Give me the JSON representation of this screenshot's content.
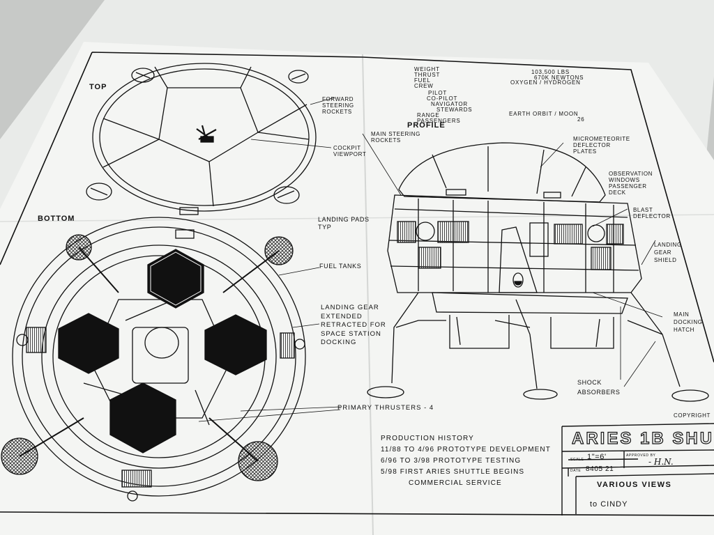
{
  "views": {
    "top": "TOP",
    "bottom": "BOTTOM",
    "profile": "PROFILE"
  },
  "specs": [
    {
      "label": "WEIGHT",
      "value": "103,500 LBS"
    },
    {
      "label": "THRUST",
      "value": "670K NEWTONS"
    },
    {
      "label": "FUEL",
      "value": "OXYGEN / HYDROGEN"
    },
    {
      "label": "CREW",
      "value": ""
    },
    {
      "label": "PILOT",
      "value": ""
    },
    {
      "label": "CO-PILOT",
      "value": ""
    },
    {
      "label": "NAVIGATOR",
      "value": ""
    },
    {
      "label": "STEWARDS",
      "value": ""
    },
    {
      "label": "RANGE",
      "value": "EARTH ORBIT / MOON"
    },
    {
      "label": "PASSENGERS",
      "value": "26"
    }
  ],
  "callouts": {
    "forward_steering": [
      "FORWARD",
      "STEERING",
      "ROCKETS"
    ],
    "cockpit_viewport": [
      "COCKPIT",
      "VIEWPORT"
    ],
    "landing_pads": [
      "LANDING PADS",
      "TYP"
    ],
    "fuel_tanks": "FUEL TANKS",
    "landing_gear": [
      "LANDING GEAR",
      "EXTENDED",
      "RETRACTED FOR",
      "SPACE STATION",
      "DOCKING"
    ],
    "primary_thrusters": "PRIMARY   THRUSTERS - 4",
    "main_steering": [
      "MAIN STEERING",
      "ROCKETS"
    ],
    "micrometeorite": [
      "MICROMETEORITE",
      "DEFLECTOR",
      "PLATES"
    ],
    "observation": [
      "OBSERVATION",
      "WINDOWS",
      "PASSENGER",
      "DECK"
    ],
    "blast_deflector": [
      "BLAST",
      "DEFLECTOR"
    ],
    "landing_gear_shield": [
      "LANDING",
      "GEAR",
      "SHIELD"
    ],
    "main_docking": [
      "MAIN",
      "DOCKING",
      "HATCH"
    ],
    "shock_absorbers": [
      "SHOCK",
      "ABSORBERS"
    ]
  },
  "history": {
    "title": "PRODUCTION   HISTORY",
    "lines": [
      "11/88 TO 4/96  PROTOTYPE  DEVELOPMENT",
      "6/96 TO 3/98  PROTOTYPE  TESTING",
      "5/98  FIRST  ARIES  SHUTTLE  BEGINS",
      "COMMERCIAL   SERVICE"
    ]
  },
  "title_block": {
    "copyright": "COPYRIGHT",
    "title": "ARIES 1B SHU",
    "scale_label": "SCALE",
    "scale_value": "1\"=6'",
    "approved_label": "APPROVED BY",
    "approved_value": "- H.N.",
    "date_label": "DATE",
    "date_value": "8405 21",
    "subtitle": "VARIOUS  VIEWS",
    "recipient": "to  CINDY"
  }
}
